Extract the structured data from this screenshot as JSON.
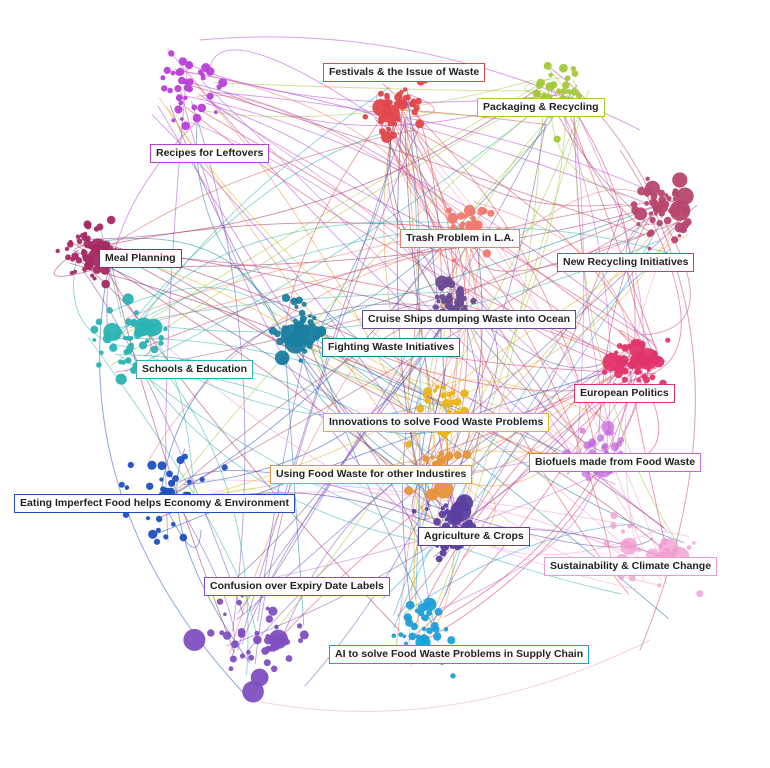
{
  "clusters": [
    {
      "id": "festivals",
      "label": "Festivals & the Issue of Waste",
      "color": "#e0474c"
    },
    {
      "id": "packaging",
      "label": "Packaging & Recycling",
      "color": "#a2c93a"
    },
    {
      "id": "recipes",
      "label": "Recipes for Leftovers",
      "color": "#b83fd9"
    },
    {
      "id": "trash_la",
      "label": "Trash Problem in L.A.",
      "color": "#f07a6e"
    },
    {
      "id": "meal_planning",
      "label": "Meal Planning",
      "color": "#a52a62"
    },
    {
      "id": "new_recycling",
      "label": "New Recycling Initiatives",
      "color": "#b8466e"
    },
    {
      "id": "cruise",
      "label": "Cruise Ships dumping Waste into Ocean",
      "color": "#6a4c93"
    },
    {
      "id": "fighting",
      "label": "Fighting Waste Initiatives",
      "color": "#1b7fa0"
    },
    {
      "id": "schools",
      "label": "Schools & Education",
      "color": "#2bb3b3"
    },
    {
      "id": "european",
      "label": "European Politics",
      "color": "#e0356a"
    },
    {
      "id": "innovations",
      "label": "Innovations to solve Food Waste Problems",
      "color": "#e8b417"
    },
    {
      "id": "biofuels",
      "label": "Biofuels made from Food Waste",
      "color": "#c46ad8"
    },
    {
      "id": "other_industries",
      "label": "Using Food Waste for other Industires",
      "color": "#e8943a"
    },
    {
      "id": "imperfect",
      "label": "Eating Imperfect Food helps Economy & Environment",
      "color": "#1f4fbf"
    },
    {
      "id": "agriculture",
      "label": "Agriculture & Crops",
      "color": "#5a3fa0"
    },
    {
      "id": "sustainability",
      "label": "Sustainability & Climate Change",
      "color": "#f29ad0"
    },
    {
      "id": "expiry",
      "label": "Confusion over Expiry Date Labels",
      "color": "#7e4fc0"
    },
    {
      "id": "ai_supply",
      "label": "AI to solve Food Waste Problems in Supply Chain",
      "color": "#1e9fd8"
    }
  ]
}
